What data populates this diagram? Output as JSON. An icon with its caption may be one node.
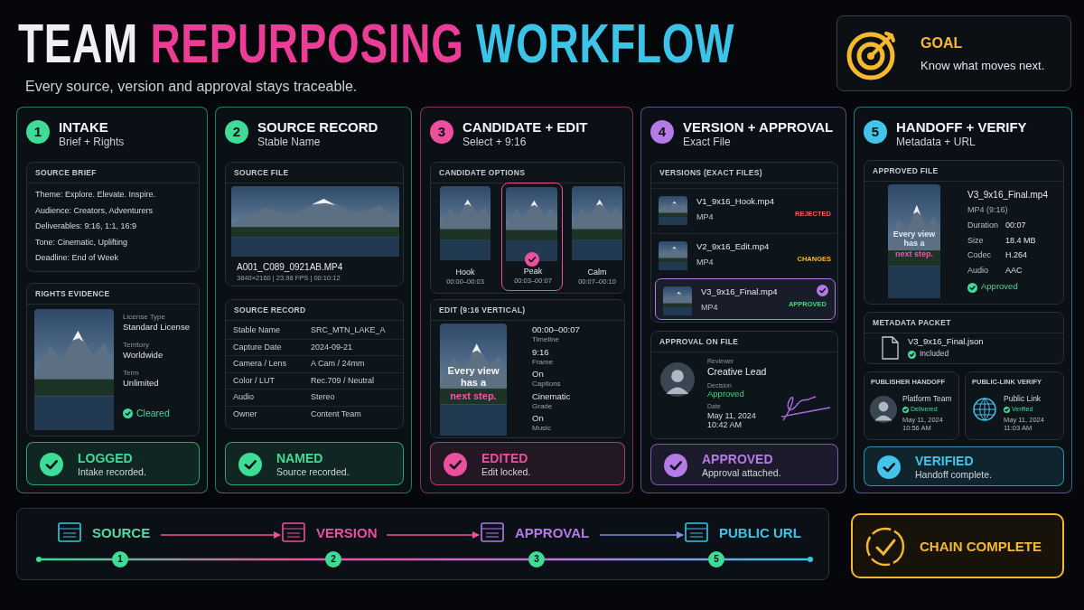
{
  "diagram": {
    "title": "TEAM REPURPOSING WORKFLOW",
    "nodes": [
      {
        "text": [
          "1",
          "INTAKE",
          "Brief + Rights"
        ]
      },
      {
        "text": [
          "SOURCE BRIEF",
          "Theme: Explore. Elevate. Inspire.",
          "Audience: Creators, Adventurers",
          "Deliverables: 9:16, 1:1, 16:9",
          "Tone: Cinematic, Uplifting",
          "Deadline: End of Week"
        ],
        "in": 0
      },
      {
        "text": [
          "RIGHTS EVIDENCE",
          "License Type",
          "Standard License",
          "Territory",
          "Worldwide",
          "Term",
          "Unlimited",
          "Cleared"
        ],
        "in": 0
      },
      {
        "text": [
          "LOGGED",
          "Intake recorded."
        ],
        "in": 0
      },
      {
        "text": [
          "2",
          "SOURCE RECORD",
          "Stable Name"
        ]
      },
      {
        "text": [
          "SOURCE FILE",
          "A001_C089_0921AB.MP4",
          "3840×2160 | 23.98 FPS | 00:10:12"
        ],
        "in": 4
      },
      {
        "text": [
          "SOURCE RECORD",
          "Stable Name",
          "SRC_MTN_LAKE_A",
          "Capture Date",
          "2024-09-21",
          "Camera / Lens",
          "A Cam / 24mm",
          "Color / LUT",
          "Rec.709 / Neutral",
          "Audio",
          "Stereo",
          "Owner",
          "Content Team"
        ],
        "in": 4
      },
      {
        "text": [
          "NAMED",
          "Source recorded."
        ],
        "in": 4
      },
      {
        "text": [
          "3",
          "CANDIDATE + EDIT",
          "Select + 9:16"
        ]
      },
      {
        "text": [
          "CANDIDATE OPTIONS"
        ],
        "in": 8
      },
      {
        "text": [
          "Hook",
          "00:00–00:03"
        ],
        "in": 9
      },
      {
        "text": [
          "Peak",
          "00:03–00:07"
        ],
        "in": 9
      },
      {
        "text": [
          "Calm",
          "00:07–00:10"
        ],
        "in": 9
      },
      {
        "text": [
          "EDIT (9:16 VERTICAL)",
          "Every view has a",
          "next step.",
          "00:00–00:07",
          "Timeline",
          "9:16",
          "Frame",
          "On",
          "Captions",
          "Cinematic",
          "Grade",
          "On",
          "Music"
        ],
        "in": 8
      },
      {
        "text": [
          "EDITED",
          "Edit locked."
        ],
        "in": 8
      },
      {
        "text": [
          "4",
          "VERSION + APPROVAL",
          "Exact File"
        ]
      },
      {
        "text": [
          "VERSIONS (EXACT FILES)"
        ],
        "in": 15
      },
      {
        "text": [
          "V1_9x16_Hook.mp4",
          "MP4",
          "REJECTED"
        ],
        "in": 16
      },
      {
        "text": [
          "V2_9x16_Edit.mp4",
          "MP4",
          "CHANGES"
        ],
        "in": 16
      },
      {
        "text": [
          "V3_9x16_Final.mp4",
          "MP4",
          "APPROVED"
        ],
        "in": 16
      },
      {
        "text": [
          "APPROVAL ON FILE",
          "Reviewer",
          "Creative Lead",
          "Decision",
          "Approved",
          "Date",
          "May 11, 2024 10:42 AM"
        ],
        "in": 15
      },
      {
        "text": [
          "APPROVED",
          "Approval attached."
        ],
        "in": 15
      },
      {
        "text": [
          "GOAL",
          "Know what moves next."
        ]
      },
      {
        "text": [
          "5",
          "HANDOFF + VERIFY",
          "Metadata + URL"
        ]
      },
      {
        "text": [
          "APPROVED FILE",
          "Every view has a",
          "next step.",
          "V3_9x16_Final.mp4",
          "MP4 (9:16)",
          "Duration",
          "00:07",
          "Size",
          "18.4 MB",
          "Codec",
          "H.264",
          "Audio",
          "AAC",
          "Approved"
        ],
        "in": 23
      },
      {
        "text": [
          "METADATA PACKET",
          "V3_9x16_Final.json",
          "Included"
        ],
        "in": 23
      },
      {
        "text": [
          "PUBLISHER HANDOFF",
          "Platform Team",
          "Delivered",
          "May 11, 2024 10:56 AM"
        ],
        "in": 23
      },
      {
        "text": [
          "PUBLIC-LINK VERIFY",
          "Public Link",
          "Verified",
          "May 11, 2024 11:03 AM"
        ],
        "in": 23
      },
      {
        "text": [
          "VERIFIED",
          "Handoff complete."
        ],
        "in": 23
      },
      {
        "text": [
          "SOURCE"
        ]
      },
      {
        "text": [
          "VERSION"
        ]
      },
      {
        "text": [
          "APPROVAL"
        ]
      },
      {
        "text": [
          "PUBLIC URL"
        ]
      },
      {
        "text": [
          "CHAIN COMPLETE"
        ]
      }
    ],
    "edges": [
      {
        "from": 29,
        "to": 30,
        "arrow": "to"
      },
      {
        "from": 30,
        "to": 31,
        "arrow": "to"
      },
      {
        "from": 31,
        "to": 32,
        "arrow": "to",
        "color": "#7f8fe6"
      }
    ],
    "labels": [
      "Every source, version and approval stays traceable.",
      "1",
      "2",
      "3",
      "5"
    ]
  }
}
